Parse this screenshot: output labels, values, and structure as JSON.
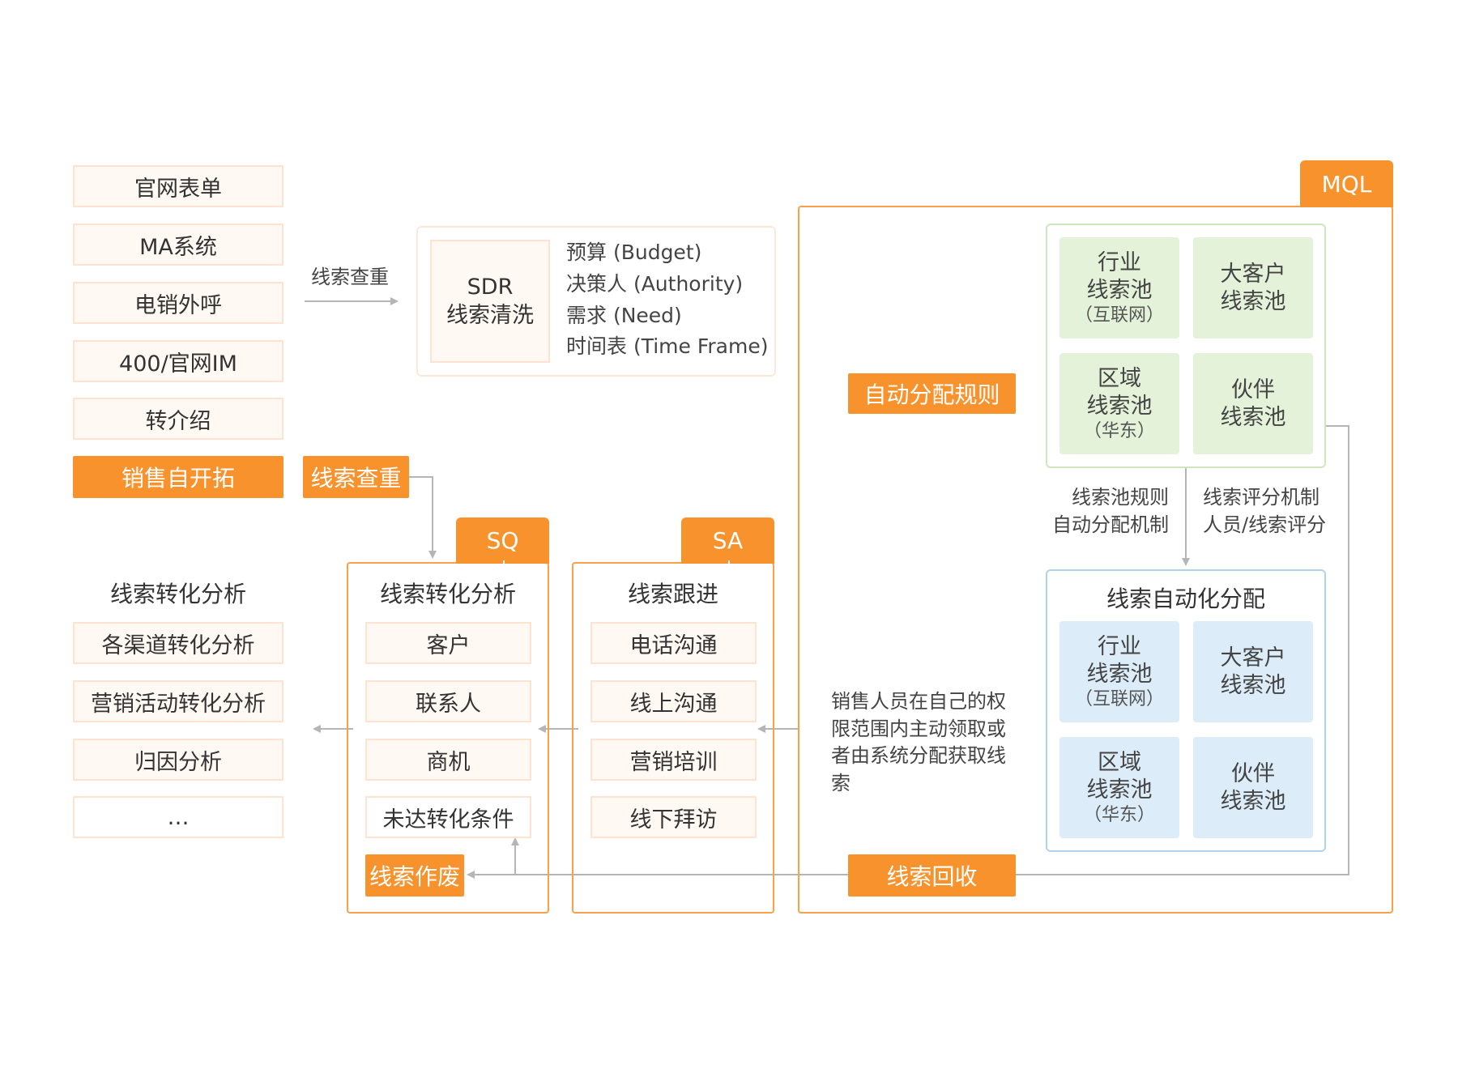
{
  "colors": {
    "accent": "#f7922c",
    "frame": "#f7a14a",
    "green_pool": "#e4f2d9",
    "blue_pool": "#dcedf9",
    "arrow": "#b5b5b5"
  },
  "sources": [
    "官网表单",
    "MA系统",
    "电销外呼",
    "400/官网IM",
    "转介绍"
  ],
  "sales_self": "销售自开拓",
  "dedupe_label_top": "线索查重",
  "dedupe_button": "线索查重",
  "sdr": {
    "title": "SDR",
    "subtitle": "线索清洗",
    "criteria": [
      "预算 (Budget)",
      "决策人 (Authority)",
      "需求 (Need)",
      "时间表 (Time Frame)"
    ]
  },
  "analysis": {
    "title": "线索转化分析",
    "items": [
      "各渠道转化分析",
      "营销活动转化分析",
      "归因分析",
      "…"
    ]
  },
  "sq": {
    "tab": "SQ",
    "title": "线索转化分析",
    "items": [
      "客户",
      "联系人",
      "商机",
      "未达转化条件"
    ],
    "discard": "线索作废"
  },
  "sa": {
    "tab": "SA",
    "title": "线索跟进",
    "items": [
      "电话沟通",
      "线上沟通",
      "营销培训",
      "线下拜访"
    ]
  },
  "mql": {
    "tab": "MQL",
    "auto_rules": "自动分配规则",
    "pools_top": [
      {
        "name": "行业\n线索池",
        "sub": "（互联网）"
      },
      {
        "name": "大客户\n线索池",
        "sub": ""
      },
      {
        "name": "区域\n线索池",
        "sub": "（华东）"
      },
      {
        "name": "伙伴\n线索池",
        "sub": ""
      }
    ],
    "rule_left": "线索池规则\n自动分配机制",
    "rule_right": "线索评分机制\n人员/线索评分",
    "auto_assign_title": "线索自动化分配",
    "pools_bottom": [
      {
        "name": "行业\n线索池",
        "sub": "（互联网）"
      },
      {
        "name": "大客户\n线索池",
        "sub": ""
      },
      {
        "name": "区域\n线索池",
        "sub": "（华东）"
      },
      {
        "name": "伙伴\n线索池",
        "sub": ""
      }
    ],
    "note": "销售人员在自己的权限范围内主动领取或者由系统分配获取线索",
    "recycle": "线索回收"
  }
}
